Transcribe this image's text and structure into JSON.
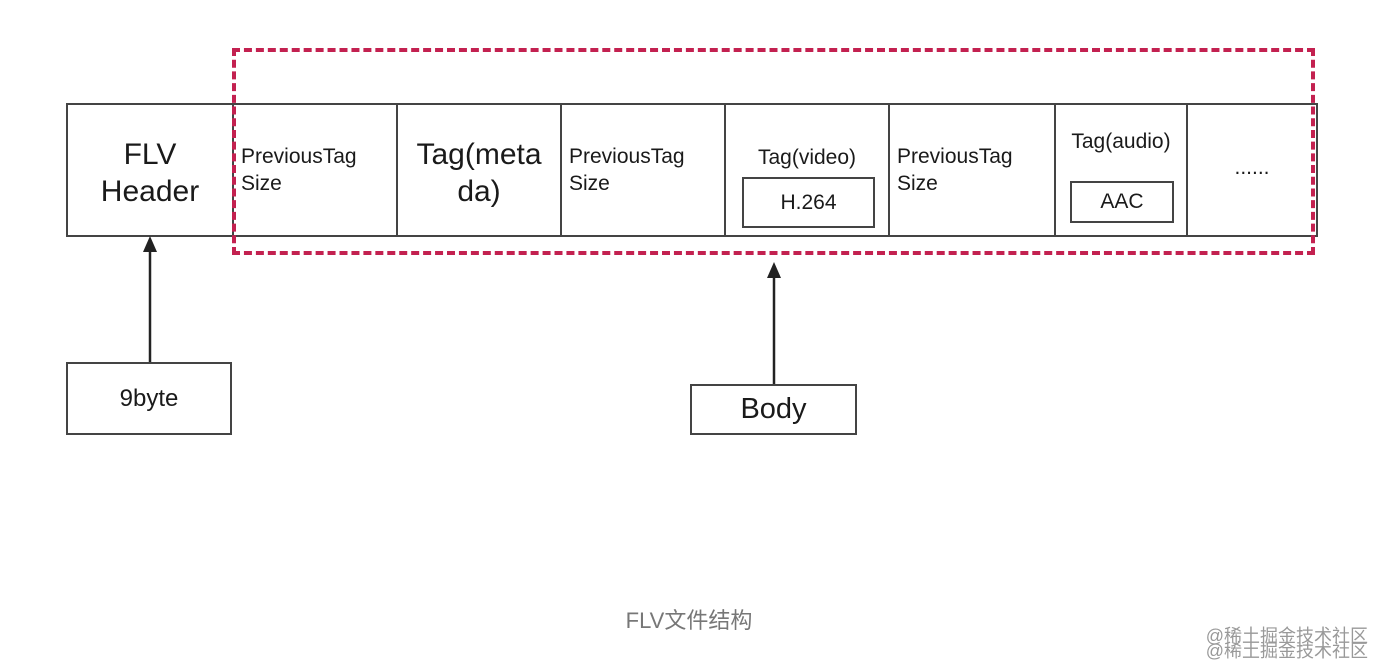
{
  "diagram": {
    "header_cell": {
      "label": "FLV\nHeader"
    },
    "cells": [
      {
        "label": "PreviousTag\nSize"
      },
      {
        "label": "Tag(meta\nda)"
      },
      {
        "label": "PreviousTag\nSize"
      },
      {
        "label": "Tag(video)",
        "inner": "H.264"
      },
      {
        "label": "PreviousTag\nSize"
      },
      {
        "label": "Tag(audio)",
        "inner": "AAC"
      },
      {
        "label": "......"
      }
    ],
    "header_size_label": "9byte",
    "body_label": "Body",
    "frame_color": "#c32150"
  },
  "caption": "FLV文件结构",
  "watermarks": [
    "@稀土掘金技术社区",
    "@稀土掘金技术社区"
  ]
}
